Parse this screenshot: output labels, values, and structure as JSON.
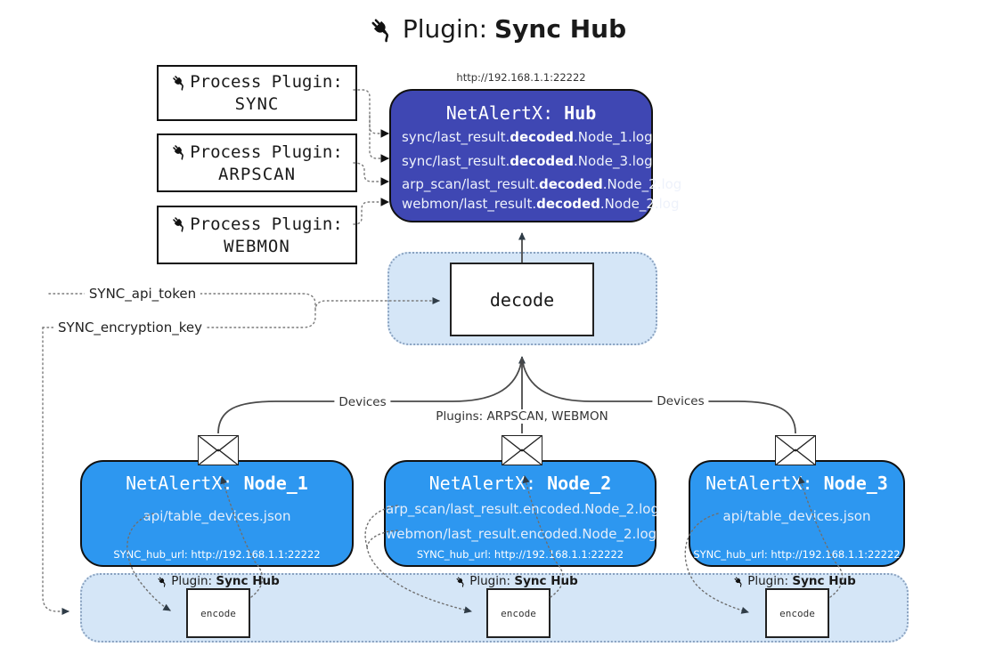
{
  "title": {
    "icon": "plug-icon",
    "prefix": "Plugin: ",
    "bold": "Sync Hub"
  },
  "process_plugins": [
    {
      "label": "Process Plugin:",
      "name": "SYNC"
    },
    {
      "label": "Process Plugin:",
      "name": "ARPSCAN"
    },
    {
      "label": "Process Plugin:",
      "name": "WEBMON"
    }
  ],
  "hub": {
    "url": "http://192.168.1.1:22222",
    "title_prefix": "NetAlertX: ",
    "title_bold": "Hub",
    "lines": [
      {
        "pre": "sync/last_result.",
        "bold": "decoded",
        "post": ".Node_1.log"
      },
      {
        "pre": "sync/last_result.",
        "bold": "decoded",
        "post": ".Node_3.log"
      },
      {
        "pre": "arp_scan/last_result.",
        "bold": "decoded",
        "post": ".Node_2.log"
      },
      {
        "pre": "webmon/last_result.",
        "bold": "decoded",
        "post": ".Node_2.log"
      }
    ]
  },
  "decode": {
    "label": "decode"
  },
  "secrets": {
    "api_token": "SYNC_api_token",
    "encryption_key": "SYNC_encryption_key"
  },
  "edges": {
    "devices_left": "Devices",
    "devices_right": "Devices",
    "plugins_mid": "Plugins: ARPSCAN, WEBMON"
  },
  "nodes": [
    {
      "title_prefix": "NetAlertX: ",
      "title_bold": "Node_1",
      "lines": [
        "api/table_devices.json"
      ],
      "hub_url": "SYNC_hub_url: http://192.168.1.1:22222"
    },
    {
      "title_prefix": "NetAlertX: ",
      "title_bold": "Node_2",
      "lines": [
        "arp_scan/last_result.encoded.Node_2.log",
        "webmon/last_result.encoded.Node_2.log"
      ],
      "hub_url": "SYNC_hub_url: http://192.168.1.1:22222"
    },
    {
      "title_prefix": "NetAlertX: ",
      "title_bold": "Node_3",
      "lines": [
        "api/table_devices.json"
      ],
      "hub_url": "SYNC_hub_url: http://192.168.1.1:22222"
    }
  ],
  "band": {
    "plugin_prefix": "Plugin: ",
    "plugin_bold": "Sync Hub",
    "encode_label": "encode"
  },
  "colors": {
    "hub_fill": "#3f47b3",
    "node_fill": "#2d97f0",
    "panel_fill": "#d5e6f7",
    "panel_border": "#8aa2c0",
    "box_border": "#111111",
    "arrow": "#2f3c47",
    "text_on_blue": "#ffffff",
    "line": "#4a4a4a"
  }
}
